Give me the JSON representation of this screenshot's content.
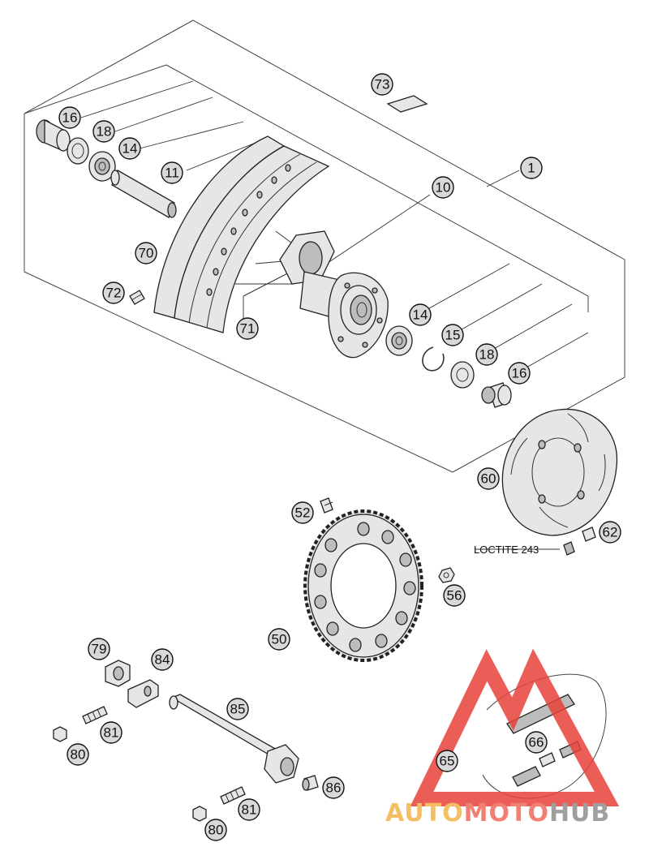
{
  "diagram": {
    "callouts": [
      {
        "id": "c73",
        "label": "73"
      },
      {
        "id": "c1",
        "label": "1"
      },
      {
        "id": "c16a",
        "label": "16"
      },
      {
        "id": "c18a",
        "label": "18"
      },
      {
        "id": "c14a",
        "label": "14"
      },
      {
        "id": "c11",
        "label": "11"
      },
      {
        "id": "c10",
        "label": "10"
      },
      {
        "id": "c70",
        "label": "70"
      },
      {
        "id": "c72",
        "label": "72"
      },
      {
        "id": "c71",
        "label": "71"
      },
      {
        "id": "c14b",
        "label": "14"
      },
      {
        "id": "c15",
        "label": "15"
      },
      {
        "id": "c18b",
        "label": "18"
      },
      {
        "id": "c16b",
        "label": "16"
      },
      {
        "id": "c60",
        "label": "60"
      },
      {
        "id": "c62",
        "label": "62"
      },
      {
        "id": "c52",
        "label": "52"
      },
      {
        "id": "c56",
        "label": "56"
      },
      {
        "id": "c50",
        "label": "50"
      },
      {
        "id": "c79",
        "label": "79"
      },
      {
        "id": "c84",
        "label": "84"
      },
      {
        "id": "c85",
        "label": "85"
      },
      {
        "id": "c81a",
        "label": "81"
      },
      {
        "id": "c80a",
        "label": "80"
      },
      {
        "id": "c86",
        "label": "86"
      },
      {
        "id": "c81b",
        "label": "81"
      },
      {
        "id": "c80b",
        "label": "80"
      },
      {
        "id": "c66",
        "label": "66"
      },
      {
        "id": "c65",
        "label": "65"
      }
    ],
    "loctite_note": "LOCTITE 243"
  },
  "watermark": {
    "part1": "AUTO",
    "part2": "MOTO",
    "part3": "HUB",
    "colors": {
      "auto": "#f3b54a",
      "moto": "#ef6a5b",
      "hub": "#8f8f8f",
      "triangle": "#e8423a"
    }
  }
}
